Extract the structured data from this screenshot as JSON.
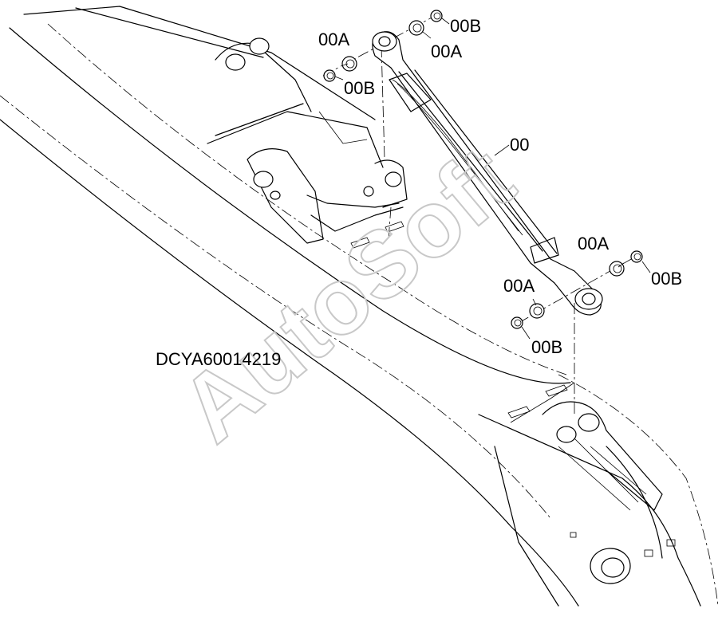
{
  "drawing": {
    "diagram_id": "DCYA60014219",
    "watermark": "AutoSoft",
    "callouts": {
      "cylinder": "00",
      "top_left_a": "00A",
      "top_left_b": "00B",
      "top_right_a": "00A",
      "top_right_b": "00B",
      "bottom_right_a": "00A",
      "bottom_right_b": "00B",
      "bottom_left_a": "00A",
      "bottom_left_b": "00B"
    }
  }
}
